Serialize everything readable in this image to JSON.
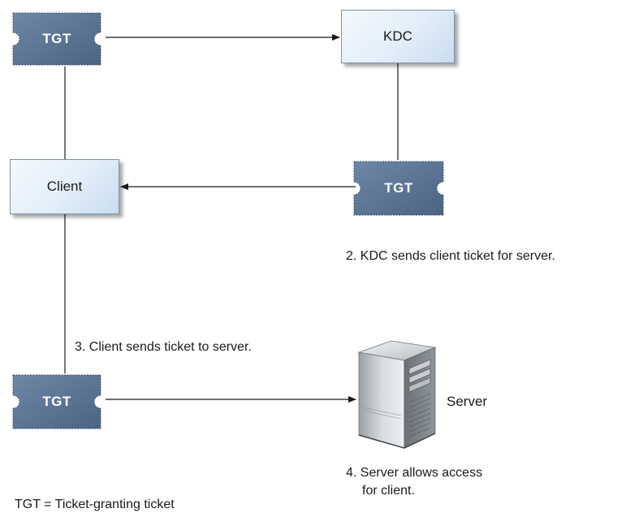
{
  "nodes": {
    "kdc": "KDC",
    "client": "Client",
    "server": "Server"
  },
  "tickets": {
    "top": "TGT",
    "middle": "TGT",
    "bottom": "TGT"
  },
  "notes": {
    "step2": "2. KDC sends client ticket for server.",
    "step3": "3. Client sends ticket to server.",
    "step4_line1": "4. Server allows access",
    "step4_line2": "for client.",
    "legend": "TGT = Ticket-granting ticket"
  },
  "colors": {
    "ticket_fill": "#5b7596",
    "box_fill": "#e4eff9",
    "box_border": "#7d93ab",
    "connector": "#1a1a1a"
  },
  "icons": {
    "server": "server-tower-icon"
  }
}
